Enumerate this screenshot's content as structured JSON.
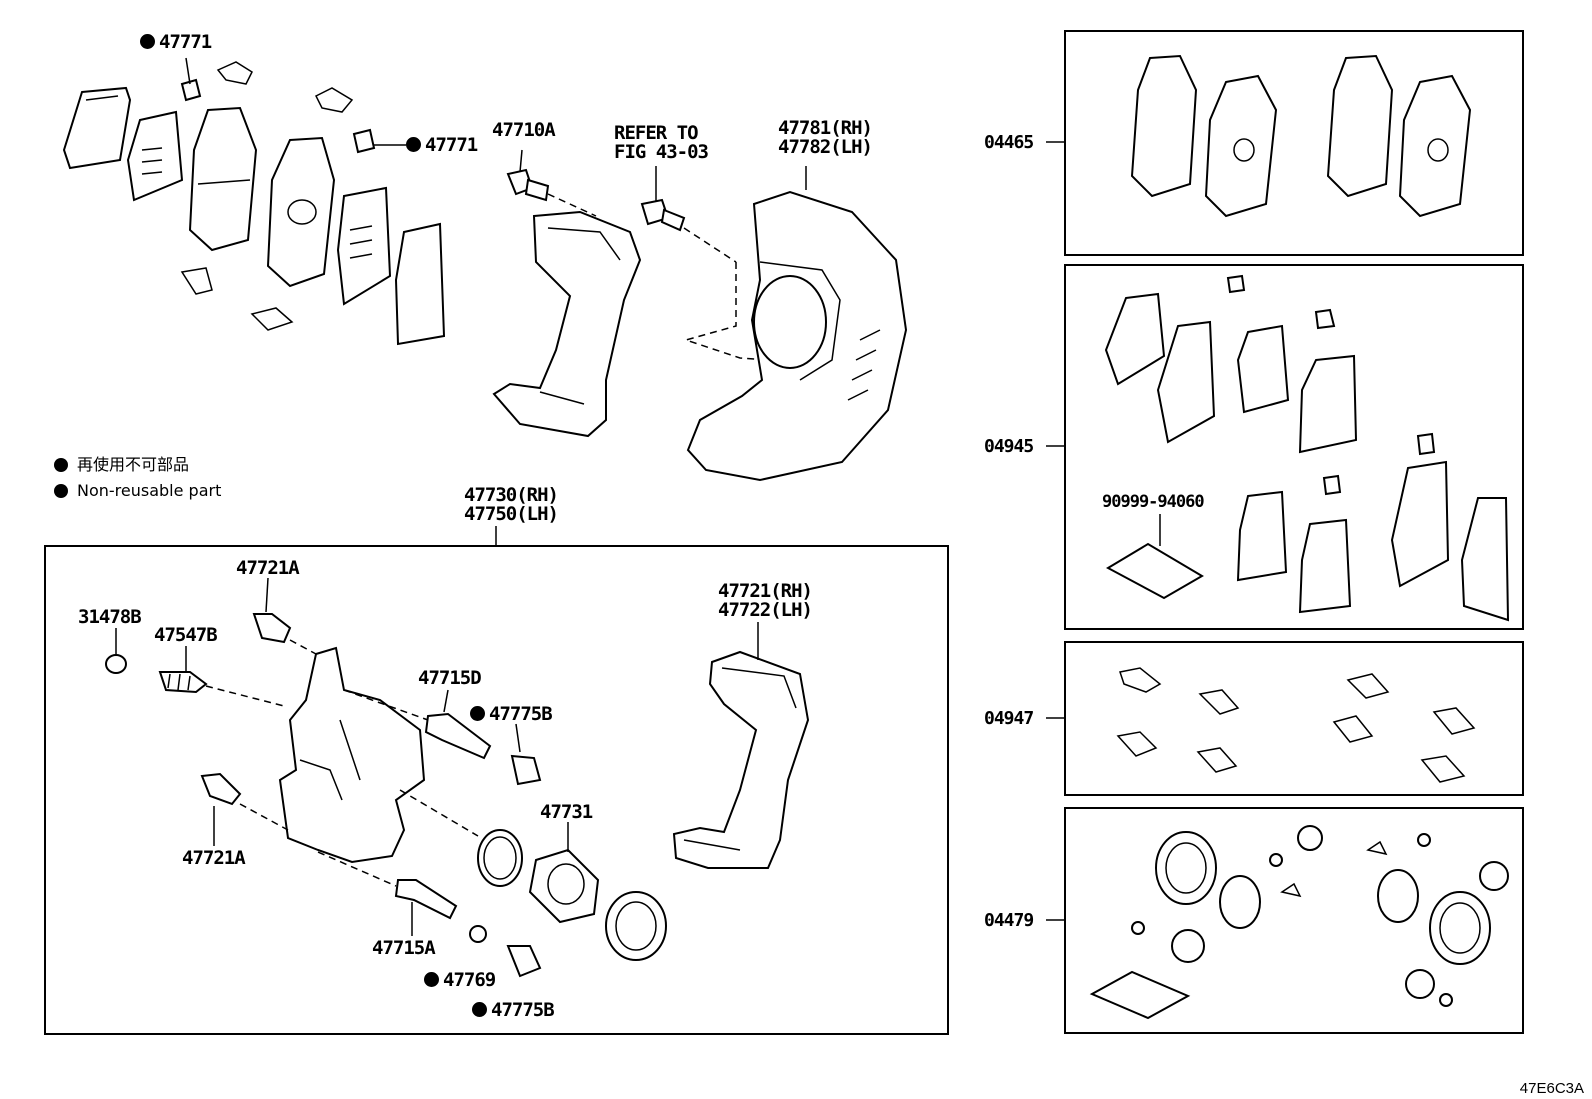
{
  "legend": {
    "jp": "再使用不可部品",
    "en": "Non-reusable part"
  },
  "labels": {
    "p47771_top": "47771",
    "p47771_mid": "47771",
    "p47710A": "47710A",
    "refer_line1": "REFER TO",
    "refer_line2": "FIG 43-03",
    "p47781": "47781(RH)",
    "p47782": "47782(LH)",
    "p47730": "47730(RH)",
    "p47750": "47750(LH)",
    "p47721A_top": "47721A",
    "p31478B": "31478B",
    "p47547B": "47547B",
    "p47715D": "47715D",
    "p47775B_top": "47775B",
    "p47721_rh": "47721(RH)",
    "p47722_lh": "47722(LH)",
    "p47731": "47731",
    "p47721A_bot": "47721A",
    "p47715A": "47715A",
    "p47769": "47769",
    "p47775B_bot": "47775B",
    "p90999": "90999-94060"
  },
  "kits": {
    "k04465": "04465",
    "k04945": "04945",
    "k04947": "04947",
    "k04479": "04479"
  },
  "figure_code": "47E6C3A"
}
